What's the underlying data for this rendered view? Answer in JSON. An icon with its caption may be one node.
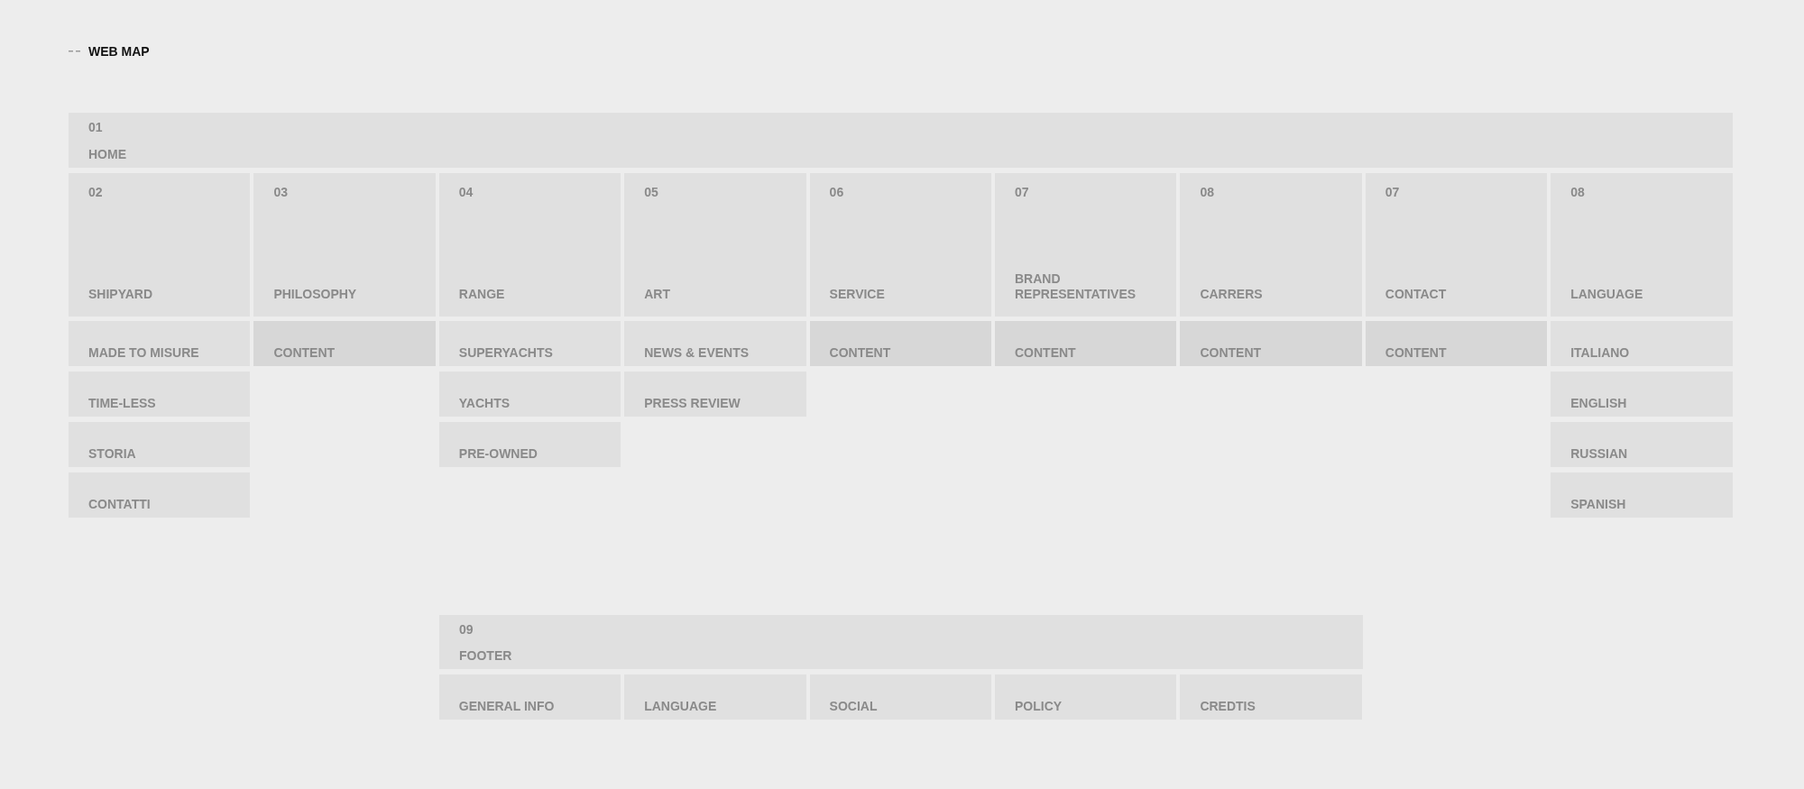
{
  "diagram": {
    "title": "WEB MAP",
    "nodes": [
      {
        "text": [
          "01",
          "HOME"
        ]
      },
      {
        "text": [
          "02",
          "SHIPYARD"
        ]
      },
      {
        "text": [
          "MADE TO MISURE"
        ]
      },
      {
        "text": [
          "TIME-LESS"
        ]
      },
      {
        "text": [
          "STORIA"
        ]
      },
      {
        "text": [
          "CONTATTI"
        ]
      },
      {
        "text": [
          "03",
          "PHILOSOPHY"
        ]
      },
      {
        "text": [
          "CONTENT"
        ]
      },
      {
        "text": [
          "04",
          "RANGE"
        ]
      },
      {
        "text": [
          "SUPERYACHTS"
        ]
      },
      {
        "text": [
          "YACHTS"
        ]
      },
      {
        "text": [
          "PRE-OWNED"
        ]
      },
      {
        "text": [
          "05",
          "ART"
        ]
      },
      {
        "text": [
          "NEWS & EVENTS"
        ]
      },
      {
        "text": [
          "PRESS REVIEW"
        ]
      },
      {
        "text": [
          "06",
          "SERVICE"
        ]
      },
      {
        "text": [
          "CONTENT"
        ]
      },
      {
        "text": [
          "07",
          "BRAND REPRESENTATIVES"
        ]
      },
      {
        "text": [
          "CONTENT"
        ]
      },
      {
        "text": [
          "08",
          "CARRERS"
        ]
      },
      {
        "text": [
          "CONTENT"
        ]
      },
      {
        "text": [
          "07",
          "CONTACT"
        ]
      },
      {
        "text": [
          "CONTENT"
        ]
      },
      {
        "text": [
          "08",
          "LANGUAGE"
        ]
      },
      {
        "text": [
          "ITALIANO"
        ]
      },
      {
        "text": [
          "ENGLISH"
        ]
      },
      {
        "text": [
          "RUSSIAN"
        ]
      },
      {
        "text": [
          "SPANISH"
        ]
      },
      {
        "text": [
          "09",
          "FOOTER"
        ]
      },
      {
        "text": [
          "GENERAL INFO"
        ]
      },
      {
        "text": [
          "LANGUAGE"
        ]
      },
      {
        "text": [
          "SOCIAL"
        ]
      },
      {
        "text": [
          "POLICY"
        ]
      },
      {
        "text": [
          "CREDTIS"
        ]
      }
    ]
  }
}
